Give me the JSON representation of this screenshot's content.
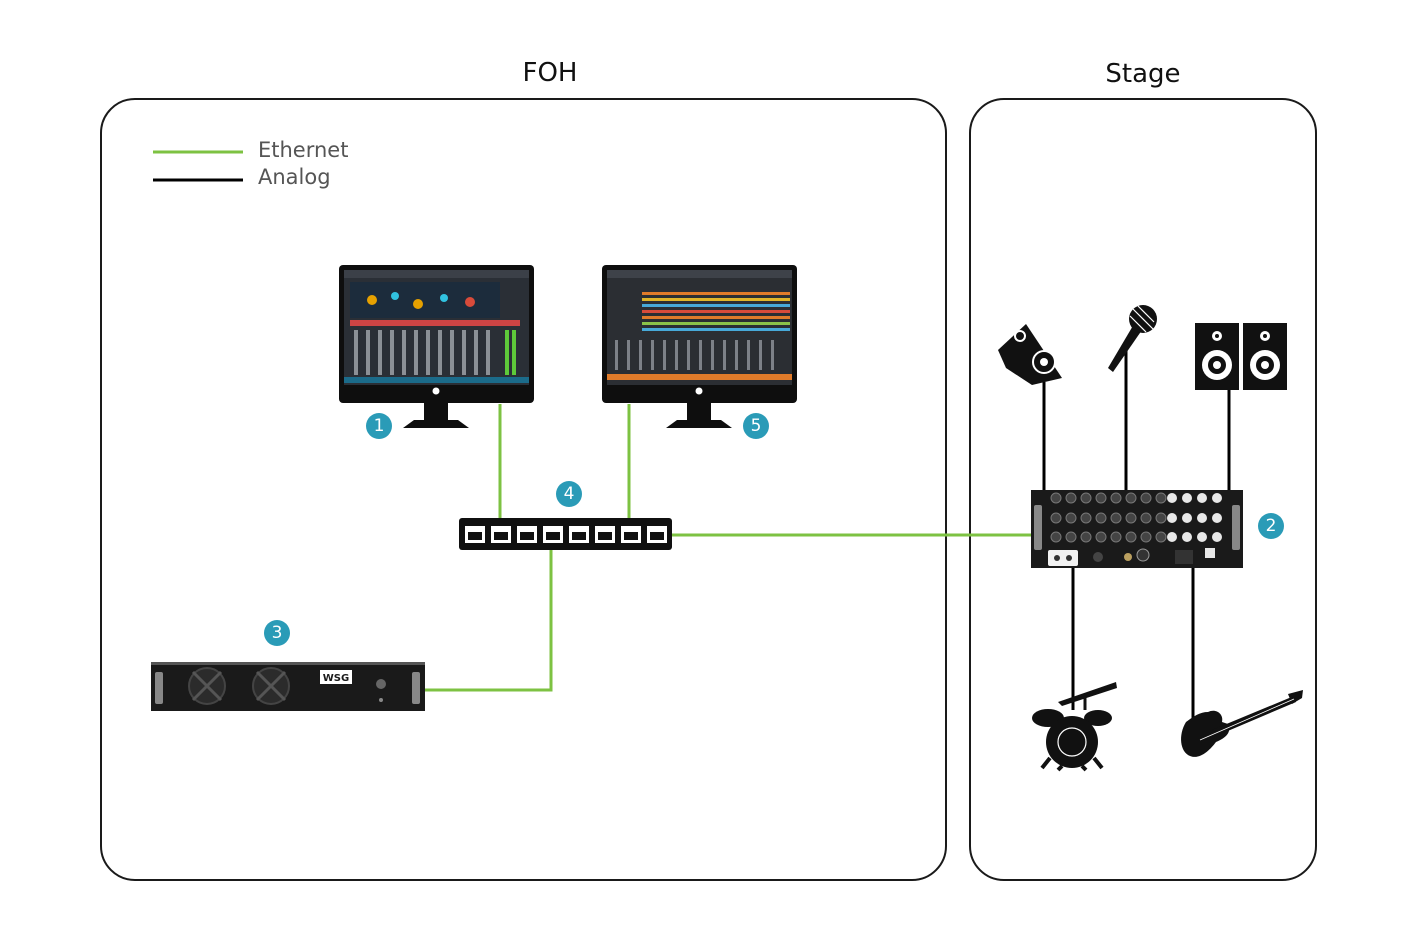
{
  "sections": {
    "foh_label": "FOH",
    "stage_label": "Stage"
  },
  "legend": {
    "ethernet": {
      "label": "Ethernet",
      "color": "#7dc242"
    },
    "analog": {
      "label": "Analog",
      "color": "#000000"
    }
  },
  "badges": {
    "b1": "1",
    "b2": "2",
    "b3": "3",
    "b4": "4",
    "b5": "5"
  },
  "devices": {
    "rack_server_logo": "WSG"
  },
  "icons": [
    "monitor-icon",
    "network-switch-icon",
    "rack-server-icon",
    "stage-box-icon",
    "floor-wedge-speaker-icon",
    "microphone-icon",
    "pa-speakers-icon",
    "drum-kit-icon",
    "electric-guitar-icon"
  ],
  "colors": {
    "badge": "#2a9bb7",
    "ethernet": "#7dc242",
    "analog": "#000000"
  }
}
